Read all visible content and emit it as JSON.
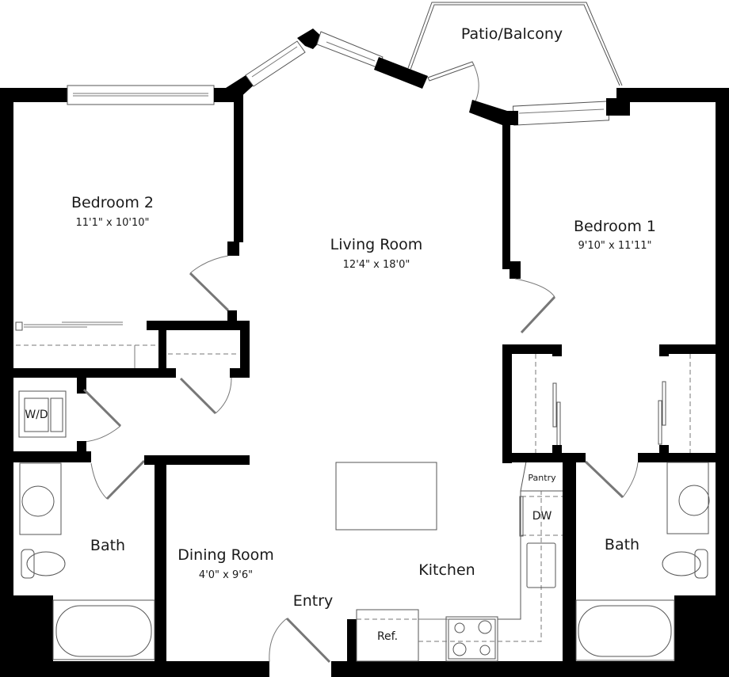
{
  "floorplan": {
    "rooms": [
      {
        "id": "bedroom2",
        "name": "Bedroom 2",
        "dimensions": "11'1\" x 10'10\""
      },
      {
        "id": "living",
        "name": "Living Room",
        "dimensions": "12'4\" x 18'0\""
      },
      {
        "id": "bedroom1",
        "name": "Bedroom 1",
        "dimensions": "9'10\" x 11'11\""
      },
      {
        "id": "patio",
        "name": "Patio/Balcony",
        "dimensions": ""
      },
      {
        "id": "dining",
        "name": "Dining Room",
        "dimensions": "4'0\" x 9'6\""
      },
      {
        "id": "entry",
        "name": "Entry",
        "dimensions": ""
      },
      {
        "id": "kitchen",
        "name": "Kitchen",
        "dimensions": ""
      },
      {
        "id": "bath_left",
        "name": "Bath",
        "dimensions": ""
      },
      {
        "id": "bath_right",
        "name": "Bath",
        "dimensions": ""
      }
    ],
    "fixtures": {
      "washer_dryer": "W/D",
      "pantry": "Pantry",
      "dishwasher": "DW",
      "refrigerator": "Ref."
    },
    "colors": {
      "wall": "#000000",
      "background": "#ffffff",
      "fixture_line": "#555555"
    }
  }
}
